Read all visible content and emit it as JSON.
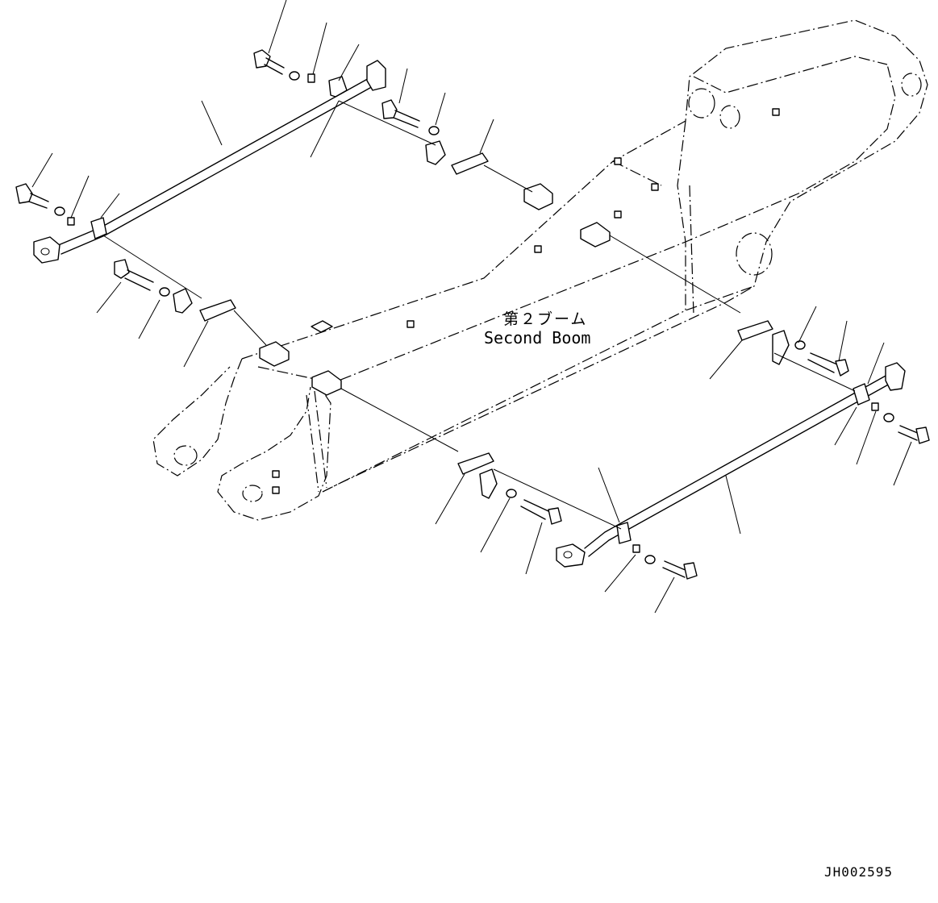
{
  "labels": {
    "name_jp": "第２ブーム",
    "name_en": "Second Boom",
    "drawing_number": "JH002595"
  }
}
